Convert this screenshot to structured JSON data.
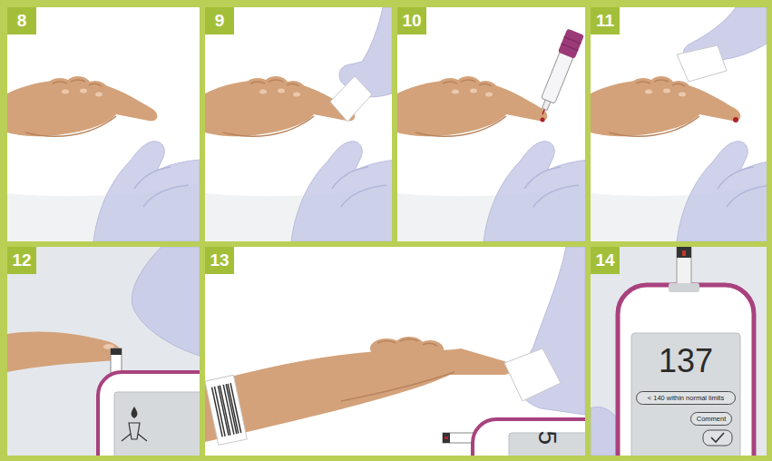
{
  "diagram": {
    "nodes": [
      {
        "text": [
          "8"
        ]
      },
      {
        "text": [
          "9"
        ]
      },
      {
        "text": [
          "10"
        ]
      },
      {
        "text": [
          "11"
        ]
      },
      {
        "text": [
          "12"
        ]
      },
      {
        "text": [
          "13"
        ]
      },
      {
        "text": [
          "14"
        ]
      },
      {
        "text": [
          "< 140 within normal limits"
        ],
        "in": 6
      },
      {
        "text": [
          "Comment"
        ],
        "in": 6
      }
    ],
    "edges": [],
    "labels": [
      "137",
      "5"
    ]
  }
}
